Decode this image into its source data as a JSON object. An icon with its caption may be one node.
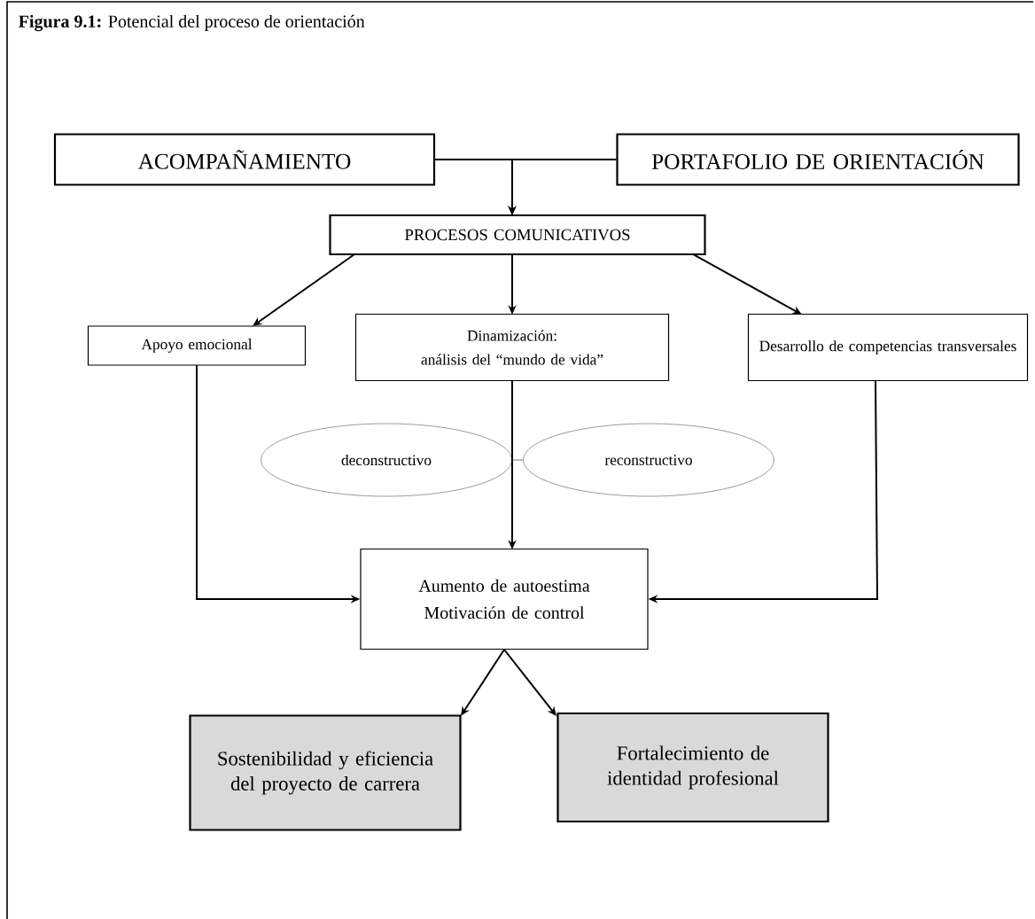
{
  "diagram": {
    "title": "**Figura 9.1:** Potencial del proceso de orientación",
    "nodes": [
      {
        "text": [
          "ACOMPAÑAMIENTO"
        ]
      },
      {
        "text": [
          "PORTAFOLIO DE ORIENTACIÓN"
        ]
      },
      {
        "text": [
          "PROCESOS COMUNICATIVOS"
        ]
      },
      {
        "text": [
          "Apoyo emocional"
        ]
      },
      {
        "text": [
          "Dinamización:",
          "análisis del “mundo de vida”"
        ]
      },
      {
        "text": [
          "Desarrollo de competencias transversales"
        ]
      },
      {
        "text": [
          "deconstructivo"
        ]
      },
      {
        "text": [
          "reconstructivo"
        ]
      },
      {
        "text": [
          "Aumento de autoestima",
          "Motivación de control"
        ]
      },
      {
        "text": [
          "Sostenibilidad y eficiencia del proyecto de carrera"
        ]
      },
      {
        "text": [
          "Fortalecimiento de identidad profesional"
        ]
      }
    ],
    "edges": [
      {
        "from": 0,
        "to": 2,
        "arrow": "to"
      },
      {
        "from": 1,
        "to": 2,
        "arrow": "to"
      },
      {
        "from": 2,
        "to": 3,
        "arrow": "to"
      },
      {
        "from": 2,
        "to": 4,
        "arrow": "to"
      },
      {
        "from": 2,
        "to": 5,
        "arrow": "to"
      },
      {
        "from": 6,
        "to": 7,
        "arrow": "none",
        "color": "#808080"
      },
      {
        "from": 4,
        "to": 8,
        "arrow": "to"
      },
      {
        "from": 3,
        "to": 8,
        "arrow": "to"
      },
      {
        "from": 5,
        "to": 8,
        "arrow": "to"
      },
      {
        "from": 8,
        "to": 9,
        "arrow": "to"
      },
      {
        "from": 8,
        "to": 10,
        "arrow": "to"
      }
    ]
  }
}
